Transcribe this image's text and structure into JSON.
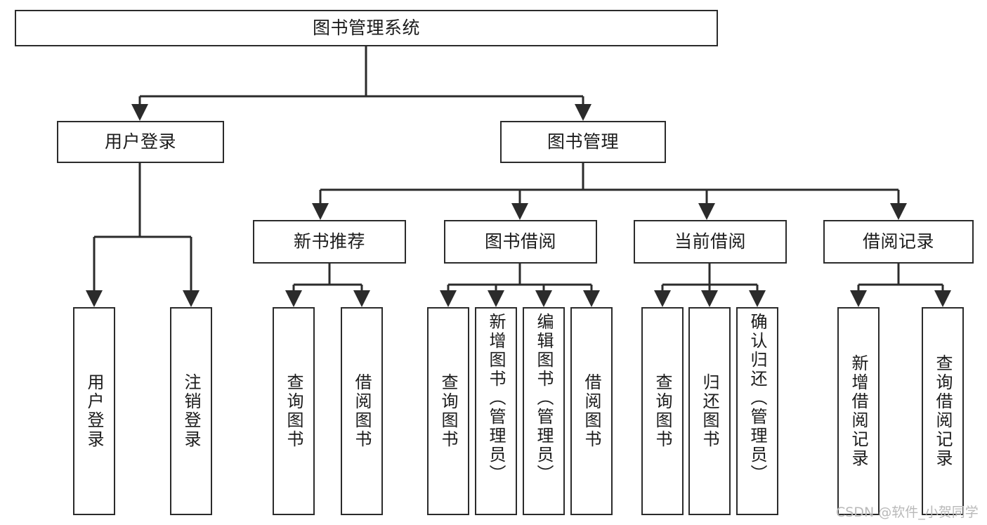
{
  "diagram": {
    "title": "图书管理系统",
    "type": "tree-hierarchy",
    "root": {
      "label": "图书管理系统"
    },
    "level2": [
      {
        "label": "用户登录"
      },
      {
        "label": "图书管理"
      }
    ],
    "level3": [
      {
        "label": "新书推荐"
      },
      {
        "label": "图书借阅"
      },
      {
        "label": "当前借阅"
      },
      {
        "label": "借阅记录"
      }
    ],
    "leaves": {
      "user_login": [
        {
          "label": "用户登录"
        },
        {
          "label": "注销登录"
        }
      ],
      "new_book_recommend": [
        {
          "label": "查询图书"
        },
        {
          "label": "借阅图书"
        }
      ],
      "book_borrow": [
        {
          "label": "查询图书"
        },
        {
          "label": "新增图书（管理员）"
        },
        {
          "label": "编辑图书（管理员）"
        },
        {
          "label": "借阅图书"
        }
      ],
      "current_borrow": [
        {
          "label": "查询图书"
        },
        {
          "label": "归还图书"
        },
        {
          "label": "确认归还（管理员）"
        }
      ],
      "borrow_record": [
        {
          "label": "新增借阅记录"
        },
        {
          "label": "查询借阅记录"
        }
      ]
    }
  },
  "watermark": {
    "text": "CSDN @软件_小贺同学"
  },
  "colors": {
    "stroke": "#2b2b2b",
    "fill": "#ffffff",
    "text": "#1b1b1b",
    "watermark": "#b9b9b9"
  }
}
